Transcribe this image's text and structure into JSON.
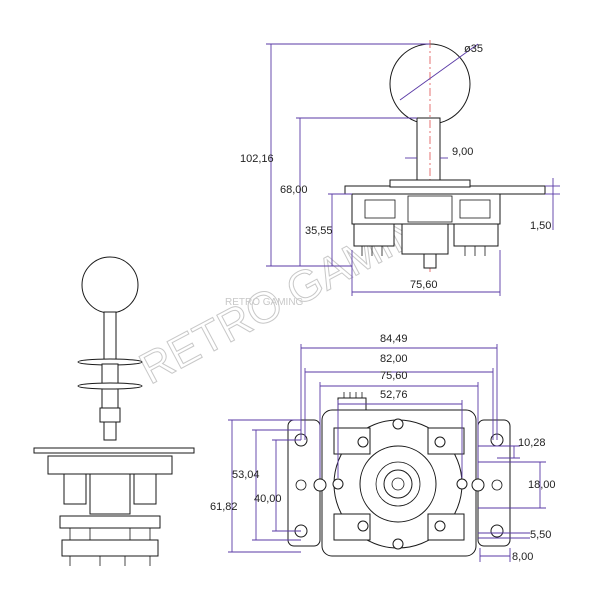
{
  "dimensions": {
    "top_view": {
      "ball_diameter": "ø35",
      "overall_height": "102,16",
      "shaft_height": "68,00",
      "base_height": "35,55",
      "shaft_width": "9,00",
      "plate_thickness": "1,50",
      "base_width": "75,60"
    },
    "plan_view": {
      "plate_width": "84,49",
      "hole_span_outer": "82,00",
      "hole_span_inner": "75,60",
      "body_width": "52,76",
      "height_overall": "61,82",
      "height_mid": "53,04",
      "height_inner": "40,00",
      "slot_offset": "10,28",
      "slot_span": "18,00",
      "hole_diameter": "5,50",
      "hole_edge": "8,00"
    }
  },
  "watermark": {
    "large": "RETRO GAMING",
    "small": "RETRO GAMING"
  },
  "colors": {
    "dimension_line": "#5a3aa6",
    "center_line": "#e05050",
    "outline": "#1a1a1a"
  }
}
